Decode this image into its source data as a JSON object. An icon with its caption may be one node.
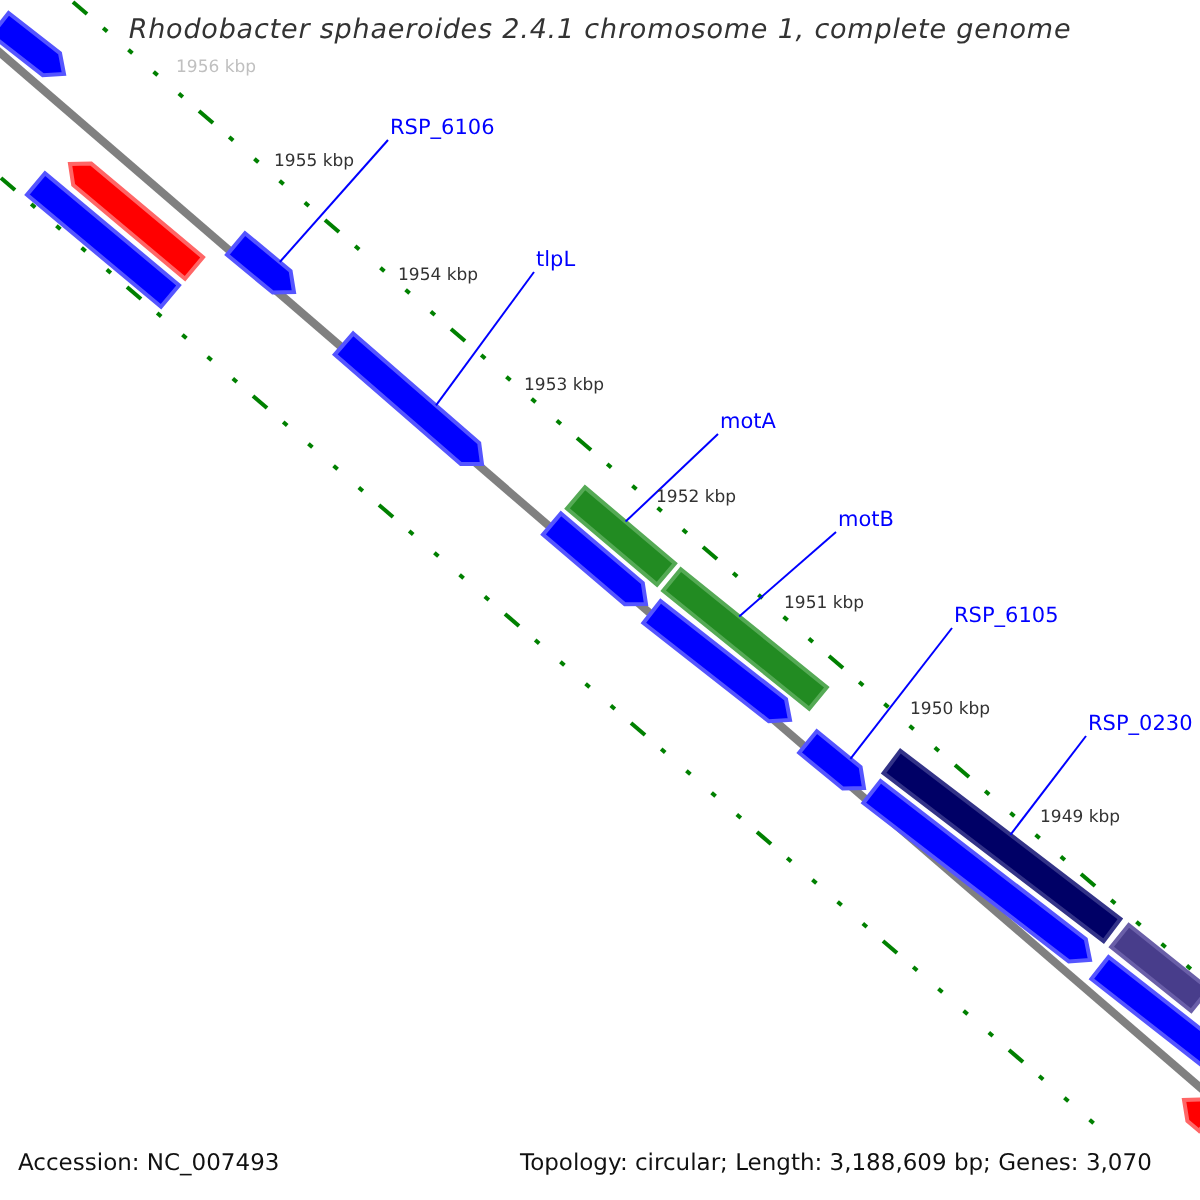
{
  "diagram": {
    "title": "Rhodobacter sphaeroides 2.4.1 chromosome 1, complete genome",
    "nodes": [
      {
        "text": [],
        "shape": "arrow"
      },
      {
        "text": [
          "RSP_6106"
        ]
      },
      {
        "text": [],
        "shape": "arrow"
      },
      {
        "text": [],
        "shape": "bar"
      },
      {
        "text": [],
        "shape": "arrow"
      },
      {
        "text": [
          "tlpL"
        ]
      },
      {
        "text": [],
        "shape": "arrow"
      },
      {
        "text": [
          "motA"
        ]
      },
      {
        "text": [],
        "shape": "bar"
      },
      {
        "text": [
          "motB"
        ]
      },
      {
        "text": [],
        "shape": "bar"
      },
      {
        "text": [],
        "shape": "arrow"
      },
      {
        "text": [],
        "shape": "arrow"
      },
      {
        "text": [
          "RSP_6105"
        ]
      },
      {
        "text": [],
        "shape": "arrow"
      },
      {
        "text": [
          "RSP_0230"
        ]
      },
      {
        "text": [],
        "shape": "bar"
      },
      {
        "text": [],
        "shape": "arrow"
      },
      {
        "text": [],
        "shape": "bar"
      },
      {
        "text": [],
        "shape": "bar"
      },
      {
        "text": [],
        "shape": "arrow"
      }
    ],
    "edges": [
      {
        "from": 1,
        "to": 4,
        "arrow": "none"
      },
      {
        "from": 5,
        "to": 6,
        "arrow": "none"
      },
      {
        "from": 7,
        "to": 8,
        "arrow": "none"
      },
      {
        "from": 9,
        "to": 10,
        "arrow": "none"
      },
      {
        "from": 13,
        "to": 14,
        "arrow": "none"
      },
      {
        "from": 15,
        "to": 16,
        "arrow": "none"
      }
    ],
    "labels": [
      "1956 kbp",
      "1955 kbp",
      "1954 kbp",
      "1953 kbp",
      "1952 kbp",
      "1951 kbp",
      "1950 kbp",
      "1949 kbp",
      "Accession: NC_007493",
      "Topology: circular; Length: 3,188,609 bp; Genes: 3,070"
    ]
  }
}
